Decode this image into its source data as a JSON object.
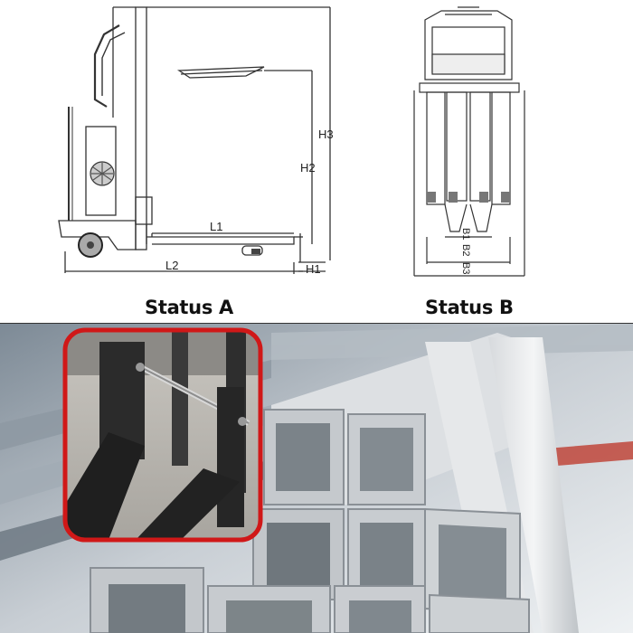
{
  "status_labels": {
    "a": "Status A",
    "b": "Status B"
  },
  "side_view_dimensions": {
    "h3": "H3",
    "h2": "H2",
    "h1": "H1",
    "l1": "L1",
    "l2": "L2"
  },
  "top_view_dimensions": {
    "b1": "B1",
    "b2": "B2",
    "b3": "B3"
  }
}
